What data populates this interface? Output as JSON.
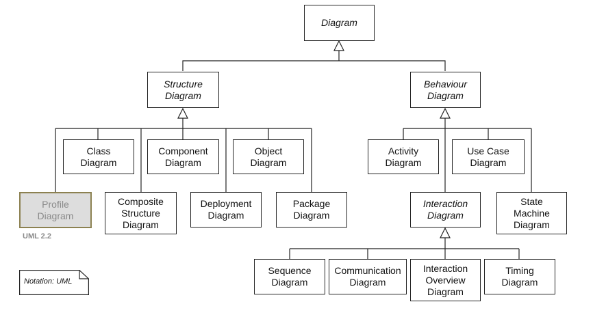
{
  "diagram": {
    "nodes": {
      "diagram": "Diagram",
      "structure": "Structure\nDiagram",
      "behaviour": "Behaviour\nDiagram",
      "class": "Class\nDiagram",
      "component": "Component\nDiagram",
      "object": "Object\nDiagram",
      "profile": "Profile\nDiagram",
      "composite": "Composite\nStructure\nDiagram",
      "deployment": "Deployment\nDiagram",
      "package": "Package\nDiagram",
      "activity": "Activity\nDiagram",
      "usecase": "Use Case\nDiagram",
      "interaction": "Interaction\nDiagram",
      "statemachine": "State\nMachine\nDiagram",
      "sequence": "Sequence\nDiagram",
      "communication": "Communication\nDiagram",
      "interaction_overview": "Interaction\nOverview\nDiagram",
      "timing": "Timing\nDiagram"
    },
    "profile_note": "UML 2.2",
    "notation": "Notation: UML"
  },
  "colors": {
    "line": "#222222",
    "faded_fill": "#dddddd",
    "faded_border": "#8c8151",
    "faded_text": "#8a8a8a"
  }
}
